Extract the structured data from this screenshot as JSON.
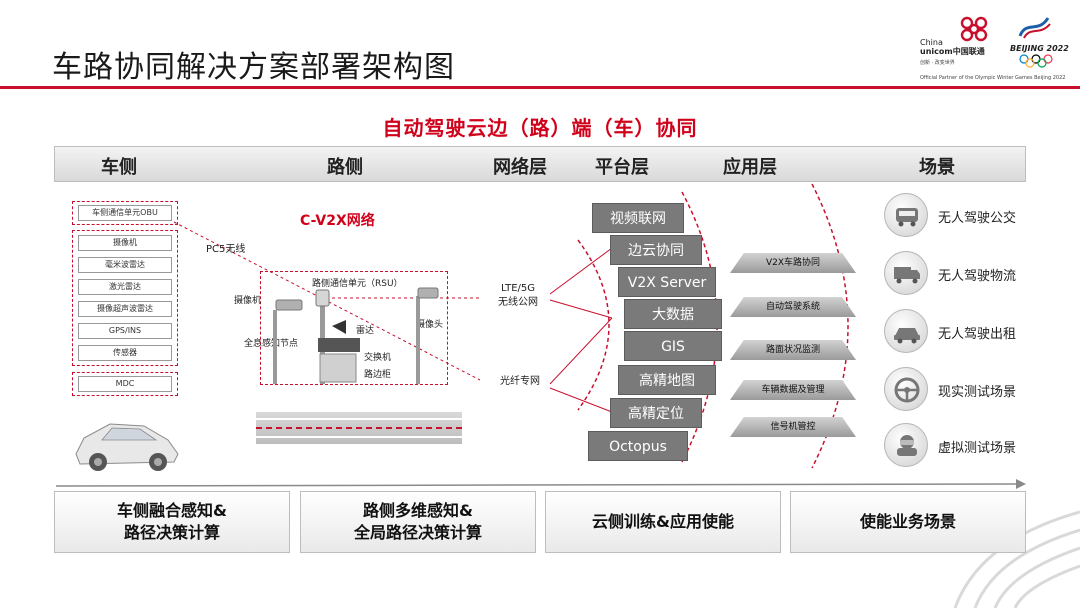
{
  "page": {
    "title": "车路协同解决方案部署架构图",
    "section_title": "自动驾驶云边（路）端（车）协同"
  },
  "brand": {
    "name_en_1": "China",
    "name_en_2": "unicom中国联通",
    "tagline": "创新 · 改变世界",
    "event": "BEIJING 2022",
    "partner_note": "Official Partner of the Olympic Winter Games Beijing 2022"
  },
  "columns": [
    "车侧",
    "路侧",
    "网络层",
    "平台层",
    "应用层",
    "场景"
  ],
  "vehicle": {
    "obu": "车侧通信单元OBU",
    "sensors": [
      "摄像机",
      "毫米波雷达",
      "激光雷达",
      "摄像超声波雷达",
      "GPS/INS",
      "传感器"
    ],
    "mdc": "MDC"
  },
  "roadside": {
    "network_title": "C-V2X网络",
    "pc5": "PC5无线",
    "rsu": "路侧通信单元（RSU）",
    "camera_left": "摄像机",
    "sensing_node": "全息感知节点",
    "radar": "雷达",
    "switch": "交换机",
    "cabinet": "路边柜",
    "camera_right": "摄像头"
  },
  "network": {
    "wireless": "LTE/5G\n无线公网",
    "fiber": "光纤专网"
  },
  "platform": [
    "视频联网",
    "边云协同",
    "V2X Server",
    "大数据",
    "GIS",
    "高精地图",
    "高精定位",
    "Octopus"
  ],
  "applications": [
    "V2X车路协同",
    "自动驾驶系统",
    "路面状况监测",
    "车辆数据及管理",
    "信号机管控"
  ],
  "scenarios": [
    {
      "label": "无人驾驶公交",
      "icon": "bus-icon"
    },
    {
      "label": "无人驾驶物流",
      "icon": "truck-icon"
    },
    {
      "label": "无人驾驶出租",
      "icon": "taxi-icon"
    },
    {
      "label": "现实测试场景",
      "icon": "steering-wheel-icon"
    },
    {
      "label": "虚拟测试场景",
      "icon": "vr-headset-icon"
    }
  ],
  "bottom": [
    "车侧融合感知&\n路径决策计算",
    "路侧多维感知&\n全局路径决策计算",
    "云侧训练&应用使能",
    "使能业务场景"
  ],
  "colors": {
    "accent": "#c8102e",
    "platform_block": "#7a7a7a",
    "header_bar": "#e5e5e5"
  }
}
